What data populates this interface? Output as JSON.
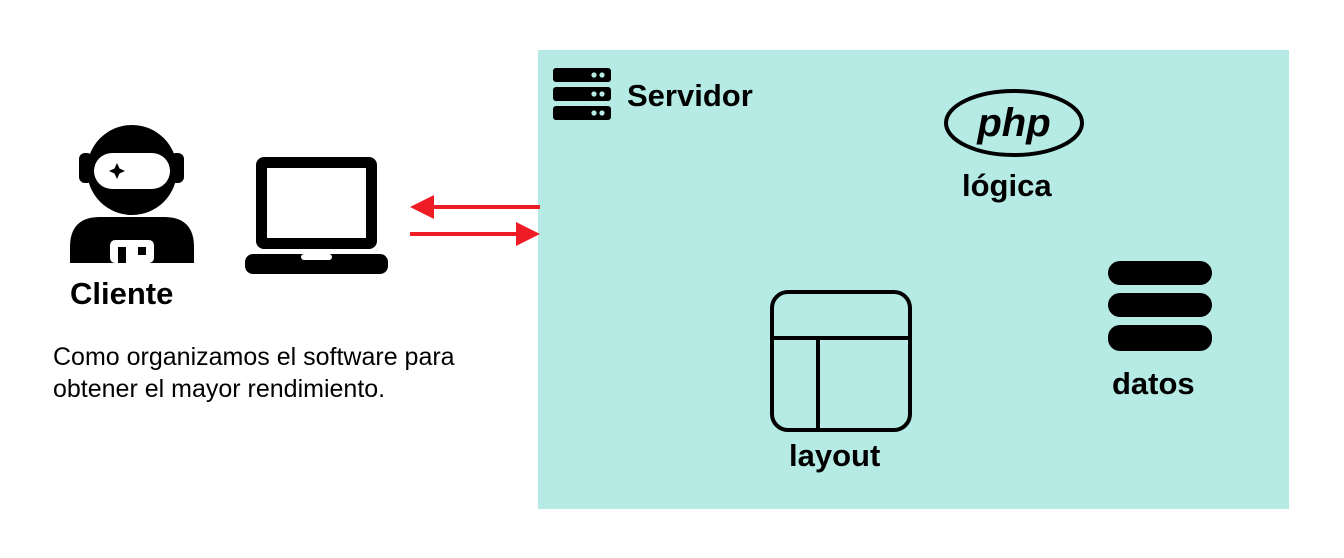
{
  "client": {
    "label": "Cliente",
    "description_line1": "Como organizamos el software para",
    "description_line2": "obtener el mayor rendimiento."
  },
  "server": {
    "label": "Servidor",
    "logic_logo_text": "php",
    "logic_label": "lógica",
    "layout_label": "layout",
    "data_label": "datos"
  },
  "colors": {
    "server_background": "#b5ebe4",
    "arrow": "#ee1c25",
    "icon": "#000000"
  },
  "icons": [
    "astronaut-icon",
    "laptop-icon",
    "server-rack-icon",
    "php-logo",
    "layout-icon",
    "database-icon"
  ]
}
